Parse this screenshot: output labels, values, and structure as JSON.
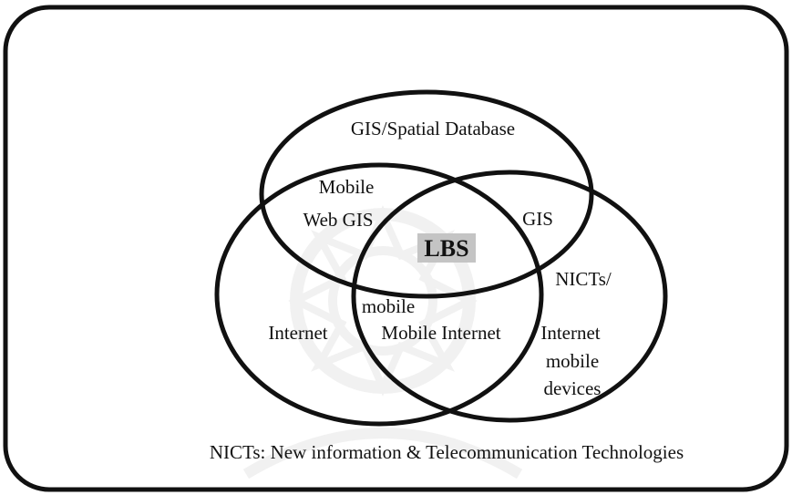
{
  "diagram": {
    "top_circle": "GIS/Spatial Database",
    "top_left_overlap": [
      "Mobile",
      "Web GIS"
    ],
    "top_right_overlap": "GIS",
    "center": "LBS",
    "right_circle": "NICTs/",
    "left_circle": "Internet",
    "bottom_overlap_line1": "mobile",
    "bottom_overlap_line2": "Mobile Internet",
    "right_lower": [
      "Internet",
      "mobile",
      "devices"
    ],
    "footnote": "NICTs: New information & Telecommunication Technologies"
  },
  "colors": {
    "stroke": "#111111",
    "center_highlight": "#c4c4c4",
    "watermark": "#e4e4e4",
    "background": "#ffffff"
  }
}
